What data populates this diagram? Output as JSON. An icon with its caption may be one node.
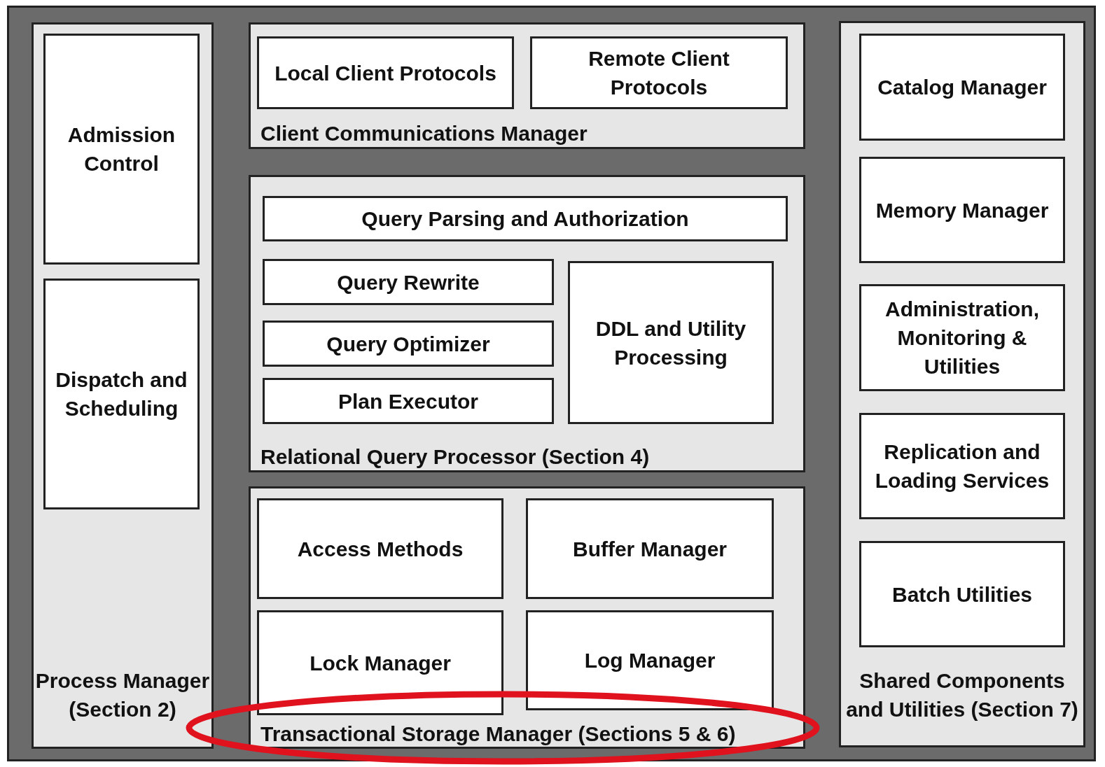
{
  "diagram": {
    "nodes": [
      {
        "text": [
          "Process Manager (Section 2)"
        ]
      },
      {
        "text": [
          "Admission Control"
        ],
        "in": 0
      },
      {
        "text": [
          "Dispatch and Scheduling"
        ],
        "in": 0
      },
      {
        "text": [
          "Client Communications Manager"
        ]
      },
      {
        "text": [
          "Local Client Protocols"
        ],
        "in": 3
      },
      {
        "text": [
          "Remote Client Protocols"
        ],
        "in": 3
      },
      {
        "text": [
          "Relational Query Processor (Section 4)"
        ]
      },
      {
        "text": [
          "Query Parsing and Authorization"
        ],
        "in": 6
      },
      {
        "text": [
          "Query Rewrite"
        ],
        "in": 6
      },
      {
        "text": [
          "Query Optimizer"
        ],
        "in": 6
      },
      {
        "text": [
          "Plan Executor"
        ],
        "in": 6
      },
      {
        "text": [
          "DDL and Utility Processing"
        ],
        "in": 6
      },
      {
        "text": [
          "Transactional Storage Manager (Sections 5 & 6)"
        ]
      },
      {
        "text": [
          "Access Methods"
        ],
        "in": 12
      },
      {
        "text": [
          "Buffer Manager"
        ],
        "in": 12
      },
      {
        "text": [
          "Lock Manager"
        ],
        "in": 12
      },
      {
        "text": [
          "Log Manager"
        ],
        "in": 12
      },
      {
        "text": [
          "Shared Components and Utilities (Section 7)"
        ]
      },
      {
        "text": [
          "Catalog Manager"
        ],
        "in": 17
      },
      {
        "text": [
          "Memory Manager"
        ],
        "in": 17
      },
      {
        "text": [
          "Administration, Monitoring & Utilities"
        ],
        "in": 17
      },
      {
        "text": [
          "Replication and Loading Services"
        ],
        "in": 17
      },
      {
        "text": [
          "Batch Utilities"
        ],
        "in": 17
      }
    ]
  }
}
